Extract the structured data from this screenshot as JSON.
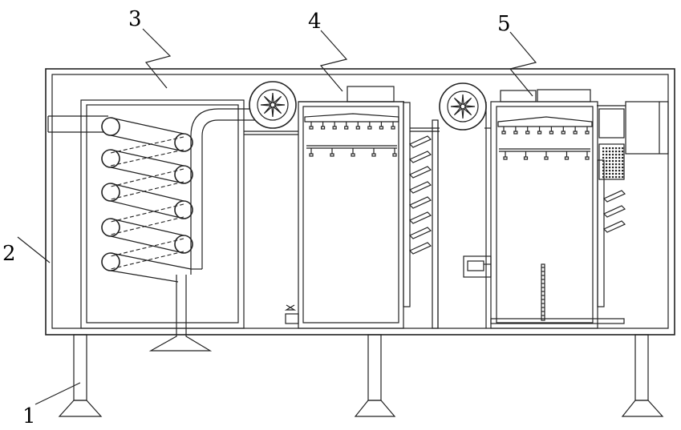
{
  "labels": {
    "support_legs": "1",
    "housing": "2",
    "cooling_coil_chamber": "3",
    "first_spray_chamber": "4",
    "second_spray_chamber": "5"
  }
}
